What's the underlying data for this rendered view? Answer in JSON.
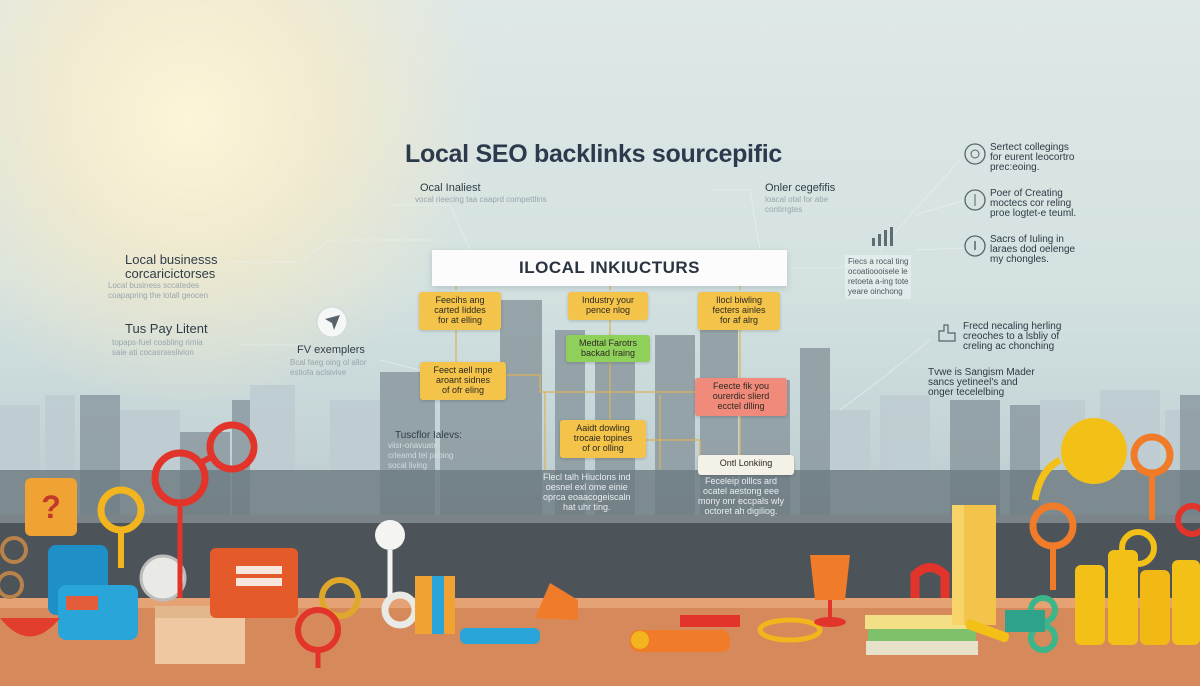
{
  "title": "Local SEO backlinks sourcepific",
  "banner": "ILOCAL INKIUCTURS",
  "left_labels": [
    {
      "text": "Ocal Inaliest",
      "sub": "vocal rieecing taa caaprd\ncompettlins"
    },
    {
      "text": "Local businesss\ncorcaricictorses",
      "sub": "Local business sccatedes\ncoapapring the lotall geocen"
    },
    {
      "text": "Tus Pay Litent",
      "sub": "topaps-fuel cosbling rimia\nsaie ati cocasrseslivion"
    },
    {
      "text": "FV exemplers",
      "sub": "Bcal faeg oing ol allor\nestiofa aclsivive"
    },
    {
      "text": "Tuscflor Ialevs:",
      "sub": "viisr-onavuate\ncrleamd tel pabing\nsocal living"
    }
  ],
  "right_labels": [
    {
      "text": "Onler cegefifis",
      "sub": "loacal otal for abe\ncontirrgtes"
    },
    {
      "text": "Sertect collegings\nfor eurent leocortro\nprec:eoing.",
      "icon": "target-icon"
    },
    {
      "text": "Poer of Creating\nmoctecs cor reling\nproe logtet-e teuml.",
      "icon": "badge-icon"
    },
    {
      "text": "Sacrs of Iuling in\nlaraes dod oelenge\nmy chongles.",
      "icon": "info-icon"
    },
    {
      "text": "Fiecs a rocal ting\nocoatioooisele le\nretoeta a-ing tote\nyeare oinchong",
      "icon": "chart-icon"
    },
    {
      "text": "Frecd necaling herling\ncreoches to a lsbliy of\ncreling ac chonching",
      "icon": "hand-icon"
    },
    {
      "text": "Tvwe is Sangism Mader\nsancs yetineel's and\nonger tecelelbing"
    }
  ],
  "nodes": [
    {
      "text": "Feecihs ang\ncarted Iiddes\nfor at elling",
      "color": "yellow"
    },
    {
      "text": "Industry your\npence nlog",
      "color": "yellow"
    },
    {
      "text": "Ilocl biwling\nfecters ainles\nfor af alrg",
      "color": "yellow"
    },
    {
      "text": "Medtal Farotrs\nbackad Iraing",
      "color": "green"
    },
    {
      "text": "Feect aell mpe\naroant sidnes\nof ofr eling",
      "color": "yellow"
    },
    {
      "text": "Feecte fik you\nourerdic slierd\necctel dlling",
      "color": "red"
    },
    {
      "text": "Aaidt dowling\ntrocaie topines\nof or olling",
      "color": "yellow"
    },
    {
      "text": "Ontl Lonkiing",
      "color": "white"
    }
  ],
  "notes": [
    "Flecl talh Hiuclons ind\noesnel exl ome einie\noprca eoaacogeiscaln\nhat uhr ting.",
    "Feceleip olllcs ard\nocatel aestong eee\nmony onr eccpals wly\noctoret ah digiliog."
  ]
}
